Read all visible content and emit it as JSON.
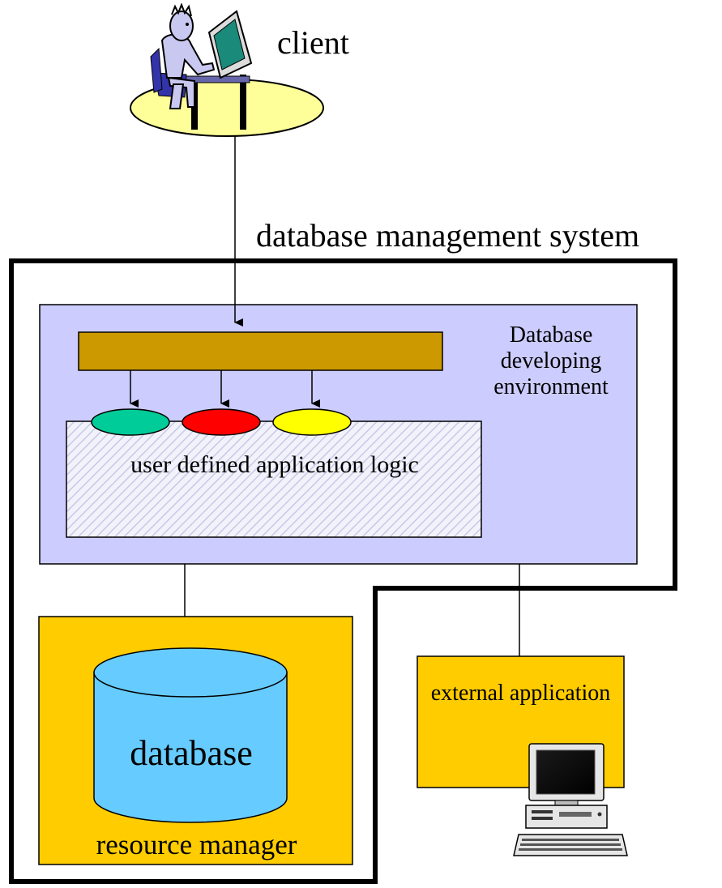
{
  "client": {
    "label": "client"
  },
  "dbms": {
    "label": "database management system"
  },
  "environment": {
    "label": "Database developing environment"
  },
  "logic": {
    "label": "user defined application logic"
  },
  "database": {
    "label": "database"
  },
  "resource_manager": {
    "label": "resource manager"
  },
  "external": {
    "label": "external application"
  },
  "colors": {
    "environment_fill": "#ccccff",
    "yellow_box": "#ffcc00",
    "bar": "#cc9900",
    "database_cylinder": "#66ccff",
    "client_ellipse": "#ffff99",
    "oval_green": "#00cc99",
    "oval_red": "#ff0000",
    "oval_yellow": "#ffff00",
    "hatch": "#ccccee"
  }
}
